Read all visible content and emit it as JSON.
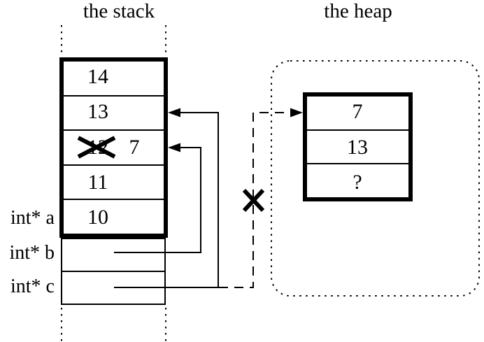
{
  "titles": {
    "stack": "the stack",
    "heap": "the heap"
  },
  "stack": {
    "frame_cells": [
      {
        "value": "14"
      },
      {
        "value": "13"
      },
      {
        "old_value": "12",
        "new_value": "7",
        "crossed_out": true
      },
      {
        "value": "11"
      },
      {
        "value": "10"
      }
    ],
    "variables": [
      {
        "label": "int* a"
      },
      {
        "label": "int* b"
      },
      {
        "label": "int* c"
      }
    ]
  },
  "heap": {
    "block_cells": [
      {
        "value": "7"
      },
      {
        "value": "13"
      },
      {
        "value": "?"
      }
    ]
  },
  "glyphs": {
    "pointer_arrowhead": "filled-left/right-triangle",
    "broken_link_cross": "✕",
    "crossed_out_mark": "✕"
  },
  "colors": {
    "ink": "#000000",
    "background": "#ffffff"
  }
}
